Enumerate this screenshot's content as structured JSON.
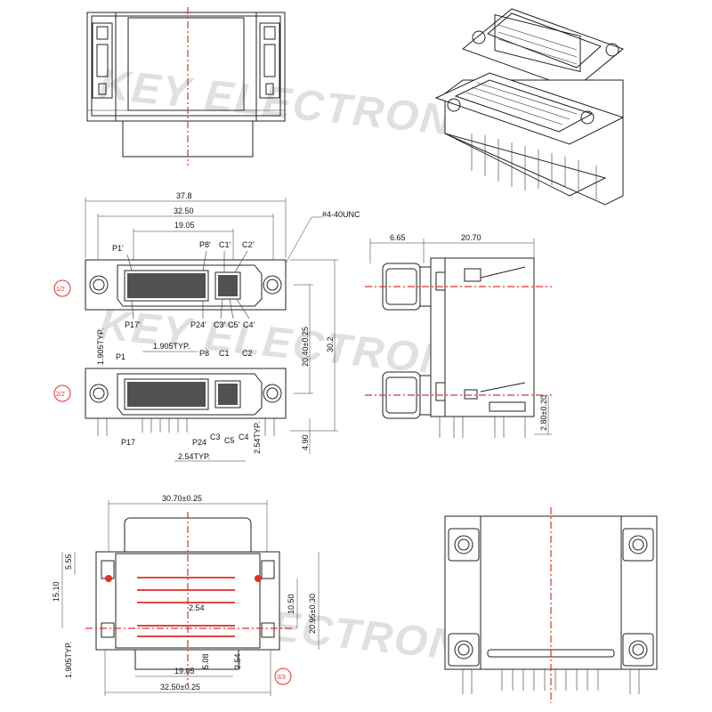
{
  "watermark": "KEY ELECTRONIC",
  "colors": {
    "centerline": "#e03030",
    "line": "#222222",
    "badge": "#e03030",
    "watermark": "#c8c8c8"
  },
  "front_view": {
    "dims": {
      "overall_width": "37.8",
      "pitch_mount": "32.50",
      "pin_span": "19.05",
      "thread": "#4-40UNC",
      "pitch_vertical": "1.905TYP.",
      "pitch_horizontal": "1.905TYP.",
      "height_between": "20.40±0.25",
      "overall_height": "30.2",
      "bottom_offset": "4.90",
      "analog_pitch_v": "2.54TYP.",
      "analog_pitch_h": "2.54TYP."
    },
    "upper_labels": {
      "p1": "P1'",
      "p8": "P8'",
      "c1": "C1'",
      "c2": "C2'",
      "p17": "P17'",
      "p24": "P24'",
      "c3": "C3'",
      "c5": "C5'",
      "c4": "C4'"
    },
    "lower_labels": {
      "p1": "P1",
      "p8": "P8",
      "c1": "C1",
      "c2": "C2",
      "p17": "P17",
      "p24": "P24",
      "c3": "C3",
      "c5": "C5",
      "c4": "C4"
    },
    "badge_upper": "1/2",
    "badge_lower": "2/2"
  },
  "side_view": {
    "dims": {
      "left": "6.65",
      "right": "20.70",
      "bottom": "2.80±0.20"
    }
  },
  "footprint_view": {
    "dims": {
      "top_width": "30.70±0.25",
      "top_left_v": "5.55",
      "left_height": "15.10",
      "right_inner": "10.50",
      "right_outer": "20.95±0.30",
      "center_h": "2.54",
      "center_v": "5.08",
      "right_v": "2.54",
      "bottom_pitch": "1.905TYP.",
      "bottom_span": "19.05",
      "bottom_width": "32.50±0.25"
    },
    "badge": "3/3"
  }
}
